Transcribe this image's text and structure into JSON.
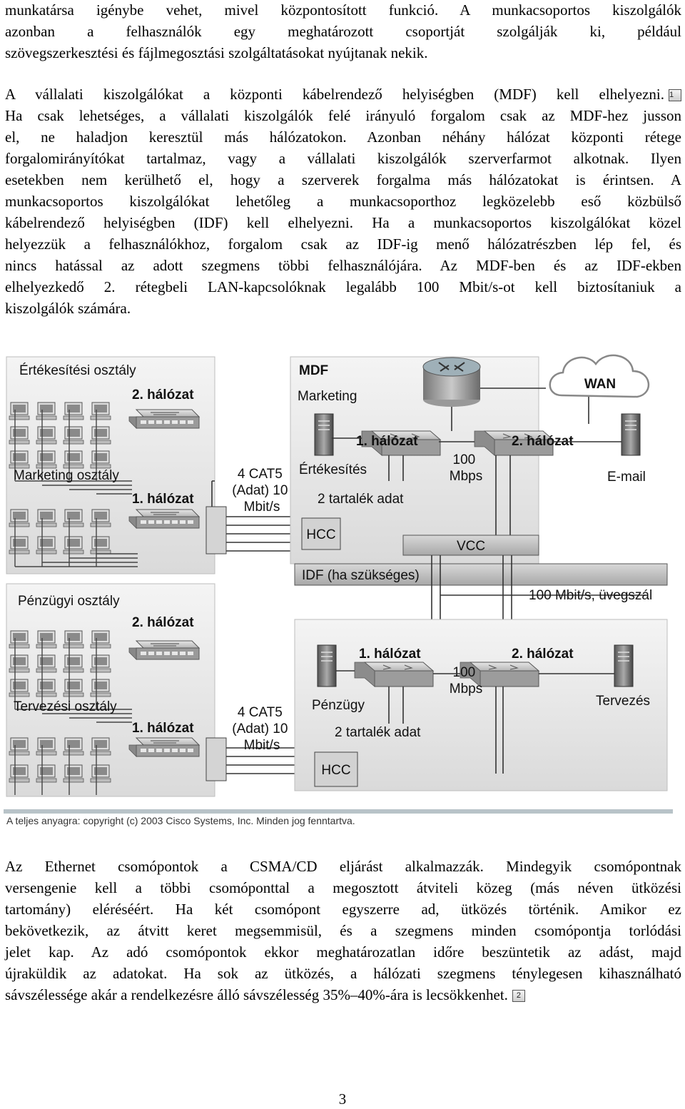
{
  "para1": {
    "lines": [
      "munkatársa igénybe vehet, mivel központosított funkció. A munkacsoportos kiszolgálók",
      "azonban a felhasználók egy meghatározott csoportját szolgálják ki, például",
      "szövegszerkesztési és fájlmegosztási szolgáltatásokat nyújtanak nekik."
    ]
  },
  "para2": {
    "lines": [
      "A vállalati kiszolgálókat a központi kábelrendező helyiségben (MDF) kell elhelyezni.",
      " Ha csak lehetséges, a vállalati kiszolgálók felé irányuló forgalom csak az MDF-hez jusson",
      "el, ne haladjon keresztül más hálózatokon. Azonban néhány hálózat központi rétege",
      "forgalomirányítókat tartalmaz, vagy a vállalati kiszolgálók szerverfarmot alkotnak. Ilyen",
      "esetekben nem kerülhető el, hogy a szerverek forgalma más hálózatokat is érintsen. A",
      "munkacsoportos kiszolgálókat lehetőleg a munkacsoporthoz legközelebb eső közbülső",
      "kábelrendező helyiségben (IDF) kell elhelyezni. Ha a munkacsoportos kiszolgálókat közel",
      "helyezzük a felhasználókhoz, forgalom csak az IDF-ig menő hálózatrészben lép fel, és",
      "nincs hatással az adott szegmens többi felhasználójára. Az MDF-ben és az IDF-ekben",
      "elhelyezkedő 2. rétegbeli LAN-kapcsolóknak legalább 100 Mbit/s-ot kell biztosítaniuk a",
      "kiszolgálók számára."
    ],
    "ref": "1"
  },
  "figure": {
    "labels": {
      "sales_dept": "Értékesítési osztály",
      "marketing_dept": "Marketing osztály",
      "finance_dept": "Pénzügyi osztály",
      "design_dept": "Tervezési osztály",
      "net2_a": "2. hálózat",
      "net1_a": "1. hálózat",
      "net2_b": "2. hálózat",
      "net1_b": "1. hálózat",
      "cat5_top": [
        "4 CAT5",
        "(Adat) 10",
        "Mbit/s"
      ],
      "cat5_bottom": [
        "4 CAT5",
        "(Adat) 10",
        "Mbit/s"
      ],
      "mdf": "MDF",
      "mdf_marketing": "Marketing",
      "mdf_net1": "1. hálózat",
      "mdf_net2": "2. hálózat",
      "mdf_sales": "Értékesítés",
      "mdf_speed": [
        "100",
        "Mbps"
      ],
      "mdf_spare": "2 tartalék adat",
      "hcc_top": "HCC",
      "vcc": "VCC",
      "wan": "WAN",
      "email": "E-mail",
      "idf": "IDF (ha szükséges)",
      "fiber": "100 Mbit/s, üvegszál",
      "idf_net1": "1. hálózat",
      "idf_net2": "2. hálózat",
      "idf_speed": [
        "100",
        "Mbps"
      ],
      "idf_finance": "Pénzügy",
      "idf_design": "Tervezés",
      "idf_spare": "2 tartalék adat",
      "hcc_bottom": "HCC",
      "copyright": "A teljes anyagra: copyright (c) 2003 Cisco Systems, Inc. Minden jog fenntartva."
    }
  },
  "para3": {
    "lines": [
      "Az Ethernet csomópontok a CSMA/CD eljárást alkalmazzák. Mindegyik csomópontnak",
      "versengenie kell a többi csomóponttal a megosztott átviteli közeg (más néven ütközési",
      "tartomány) eléréséért. Ha két csomópont egyszerre ad, ütközés történik. Amikor ez",
      "bekövetkezik, az átvitt keret megsemmisül, és a szegmens minden csomópontja torlódási",
      "jelet kap. Az adó csomópontok ekkor meghatározatlan időre beszüntetik az adást, majd",
      "újraküldik az adatokat. Ha sok az ütközés, a hálózati szegmens ténylegesen kihasználható",
      "sávszélessége akár a rendelkezésre álló sávszélesség 35%–40%-ára is lecsökkenhet."
    ],
    "ref": "2"
  },
  "page_number": "3"
}
